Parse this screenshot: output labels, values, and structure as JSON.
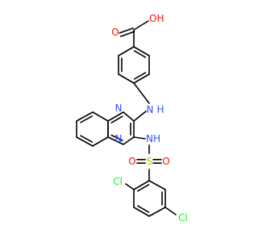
{
  "labels": {
    "oh": "OH",
    "o_carbonyl": "O",
    "nh_top": "N",
    "h_top": "H",
    "n_ring_1": "N",
    "n_ring_2": "N",
    "nh_bottom": "NH",
    "s": "S",
    "o_s_left": "O",
    "o_s_right": "O",
    "cl_1": "Cl",
    "cl_2": "Cl"
  },
  "colors": {
    "oxygen": "#ff0d0d",
    "nitrogen": "#3050f8",
    "sulfur": "#c6c600",
    "chlorine": "#1ff01f",
    "bond": "#000000"
  }
}
